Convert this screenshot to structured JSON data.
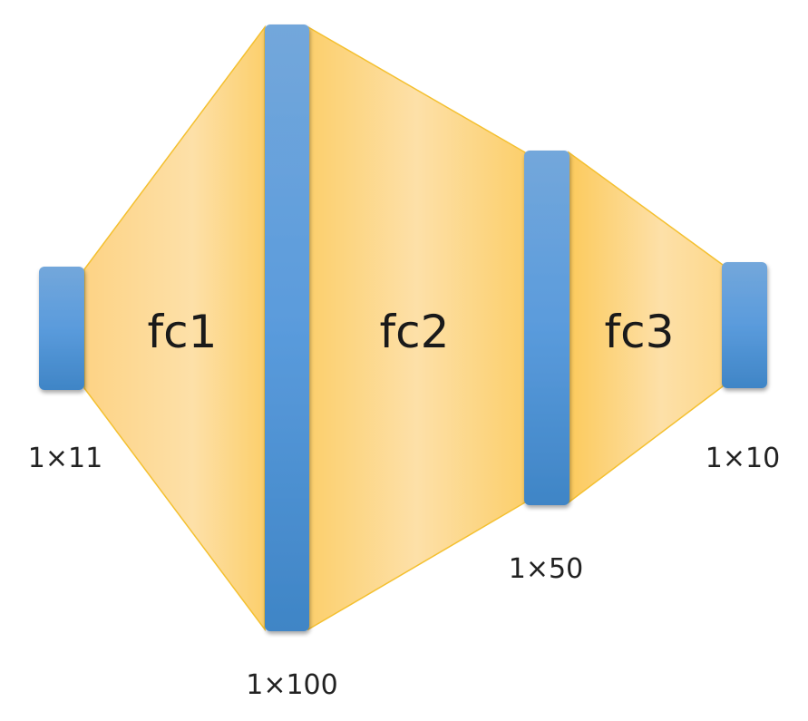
{
  "colors": {
    "bar_top": "#73a7db",
    "bar_mid": "#5a9bdc",
    "bar_bottom": "#3f85c6",
    "trapezoid_edge": "#ffe4a8",
    "trapezoid_center": "#fdc95a",
    "trapezoid_stroke": "#f4c030"
  },
  "layers": [
    {
      "dim_label": "1×11"
    },
    {
      "dim_label": "1×100"
    },
    {
      "dim_label": "1×50"
    },
    {
      "dim_label": "1×10"
    }
  ],
  "connections": [
    {
      "label": "fc1"
    },
    {
      "label": "fc2"
    },
    {
      "label": "fc3"
    }
  ]
}
